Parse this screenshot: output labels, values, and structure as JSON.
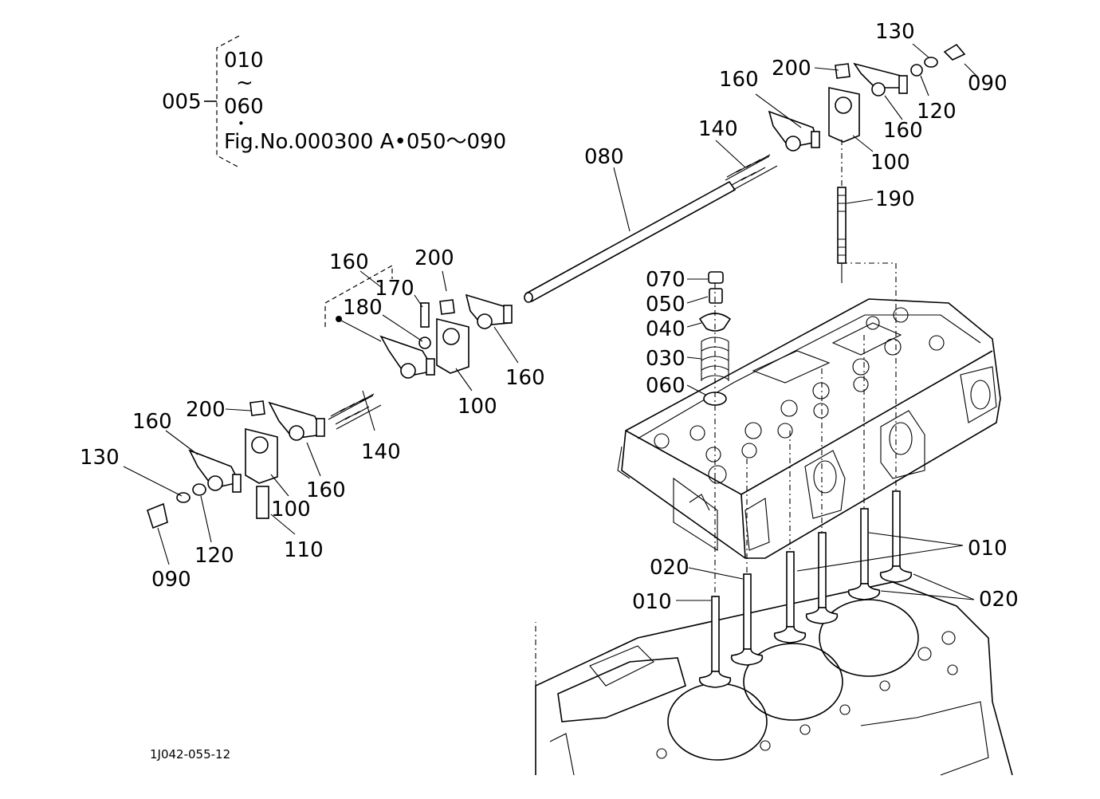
{
  "legend": {
    "group_id": "005",
    "range_start": "010",
    "range_tilde": "~",
    "range_end": "060",
    "dot": "•",
    "reference": "Fig.No.000300  A•050～090"
  },
  "callouts": {
    "c010_a": "010",
    "c010_b": "010",
    "c020_a": "020",
    "c020_b": "020",
    "c030": "030",
    "c040": "040",
    "c050": "050",
    "c060": "060",
    "c070": "070",
    "c080": "080",
    "c090_a": "090",
    "c090_b": "090",
    "c100_a": "100",
    "c100_b": "100",
    "c100_c": "100",
    "c110": "110",
    "c120_a": "120",
    "c120_b": "120",
    "c130_a": "130",
    "c130_b": "130",
    "c140_a": "140",
    "c140_b": "140",
    "c160_a": "160",
    "c160_b": "160",
    "c160_c": "160",
    "c160_d": "160",
    "c160_e": "160",
    "c160_f": "160",
    "c170": "170",
    "c180": "180",
    "c190": "190",
    "c200_a": "200",
    "c200_b": "200",
    "c200_c": "200"
  },
  "figure_code": "1J042-055-12"
}
